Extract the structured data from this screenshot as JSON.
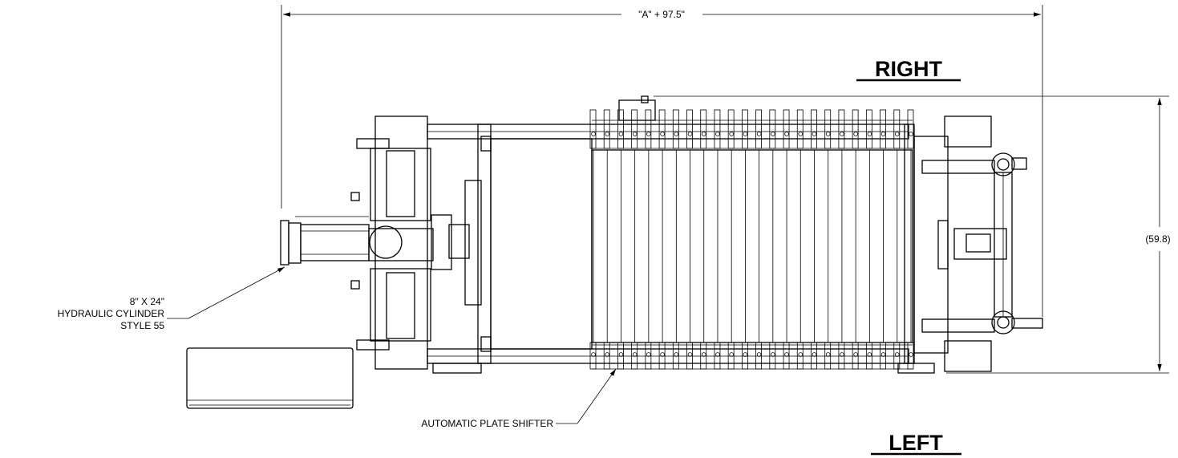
{
  "dimensions": {
    "overall_length": "\"A\" + 97.5\"",
    "overall_width": "(59.8)"
  },
  "callouts": {
    "cylinder_line1": "8\" X 24\"",
    "cylinder_line2": "HYDRAULIC CYLINDER",
    "cylinder_line3": "STYLE 55",
    "plate_shifter": "AUTOMATIC PLATE SHIFTER"
  },
  "side_labels": {
    "right": "RIGHT",
    "left": "LEFT"
  }
}
